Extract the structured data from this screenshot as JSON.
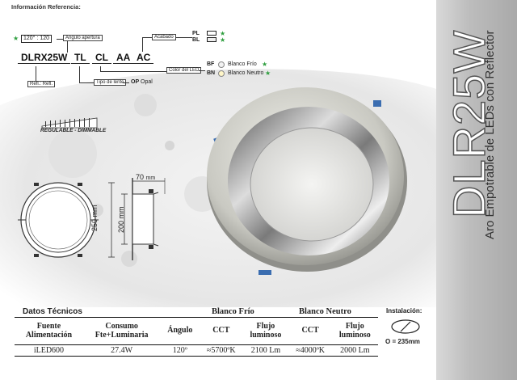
{
  "product": {
    "model": "DLR25W",
    "subtitle": "Aro Empotrable de LEDs con Reflector"
  },
  "info_referencia": {
    "title": "Información Referencia:",
    "angle_codes": "120° : 120",
    "angle_label": "Angulo apertura",
    "finish_label": "Acabado",
    "pl_code": "PL",
    "bl_code": "BL",
    "code_parts": [
      "DLRX25W",
      "TL",
      "CL",
      "AA",
      "AC"
    ],
    "refl_label": "Refl.: Refl.",
    "lens_label": "Tipo de lente",
    "op_code": "OP",
    "op_label": "Opal",
    "color_label": "Color del LED",
    "bf_code": "BF",
    "bf_label": "Blanco Frío",
    "bn_code": "BN",
    "bn_label": "Blanco Neutro",
    "dimmable_label": "REGULABLE - DIMMABLE"
  },
  "dimensions": {
    "depth": "70",
    "depth_unit": "mm",
    "outer": "250 mm",
    "inner": "200 mm"
  },
  "tech": {
    "title": "Datos Técnicos",
    "group_cold": "Blanco Frío",
    "group_neutral": "Blanco Neutro",
    "headers": [
      "Fuente Alimentación",
      "Consumo Fte+Luminaria",
      "Ángulo",
      "CCT",
      "Flujo luminoso",
      "CCT",
      "Flujo luminoso"
    ],
    "row": [
      "iLED600",
      "27.4W",
      "120º",
      "≈5700ºK",
      "2100 Lm",
      "≈4000ºK",
      "2000 Lm"
    ]
  },
  "installation": {
    "title": "Instalación:",
    "cut": "O = 235mm"
  },
  "colors": {
    "star_green": "#2e9e3e",
    "banner_gray": "#b5b5b5"
  }
}
